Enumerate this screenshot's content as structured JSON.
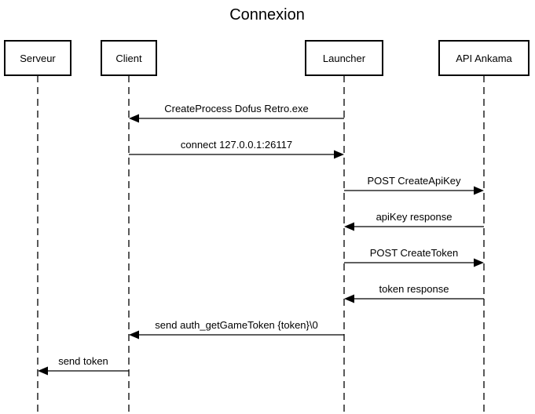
{
  "diagram": {
    "title": "Connexion",
    "actors": [
      {
        "id": "serveur",
        "label": "Serveur"
      },
      {
        "id": "client",
        "label": "Client"
      },
      {
        "id": "launcher",
        "label": "Launcher"
      },
      {
        "id": "api",
        "label": "API Ankama"
      }
    ],
    "messages": [
      {
        "from": "launcher",
        "to": "client",
        "label": "CreateProcess Dofus Retro.exe"
      },
      {
        "from": "client",
        "to": "launcher",
        "label": "connect 127.0.0.1:26117"
      },
      {
        "from": "launcher",
        "to": "api",
        "label": "POST CreateApiKey"
      },
      {
        "from": "api",
        "to": "launcher",
        "label": "apiKey response"
      },
      {
        "from": "launcher",
        "to": "api",
        "label": "POST CreateToken"
      },
      {
        "from": "api",
        "to": "launcher",
        "label": "token response"
      },
      {
        "from": "launcher",
        "to": "client",
        "label": "send auth_getGameToken {token}\\0"
      },
      {
        "from": "client",
        "to": "serveur",
        "label": "send token"
      }
    ]
  }
}
